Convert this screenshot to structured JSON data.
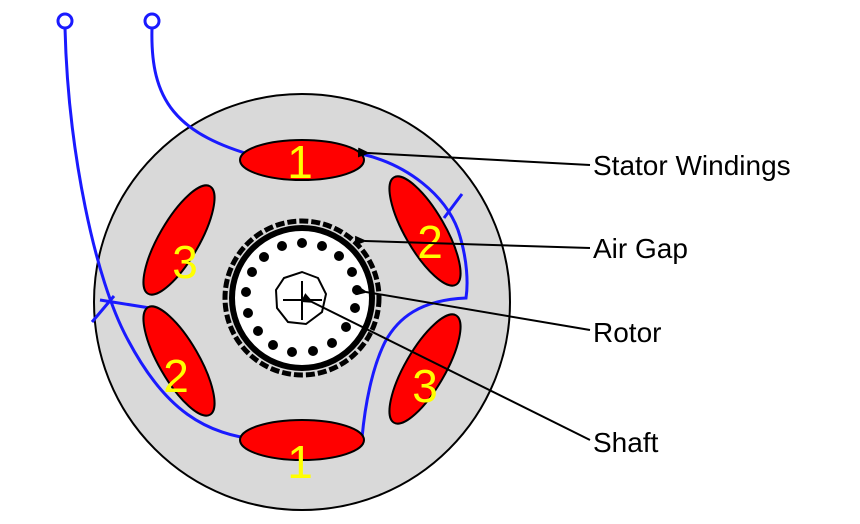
{
  "labels": {
    "stator_windings": "Stator Windings",
    "air_gap": "Air Gap",
    "rotor": "Rotor",
    "shaft": "Shaft"
  },
  "windings": {
    "top": "1",
    "upper_right": "2",
    "upper_left": "3",
    "lower_left": "2",
    "lower_right": "3",
    "bottom": "1"
  },
  "colors": {
    "stator_fill": "#d9d9d9",
    "winding_fill": "#ff0000",
    "winding_number": "#ffff00",
    "wire": "#1a1aff",
    "outline": "#000000"
  }
}
